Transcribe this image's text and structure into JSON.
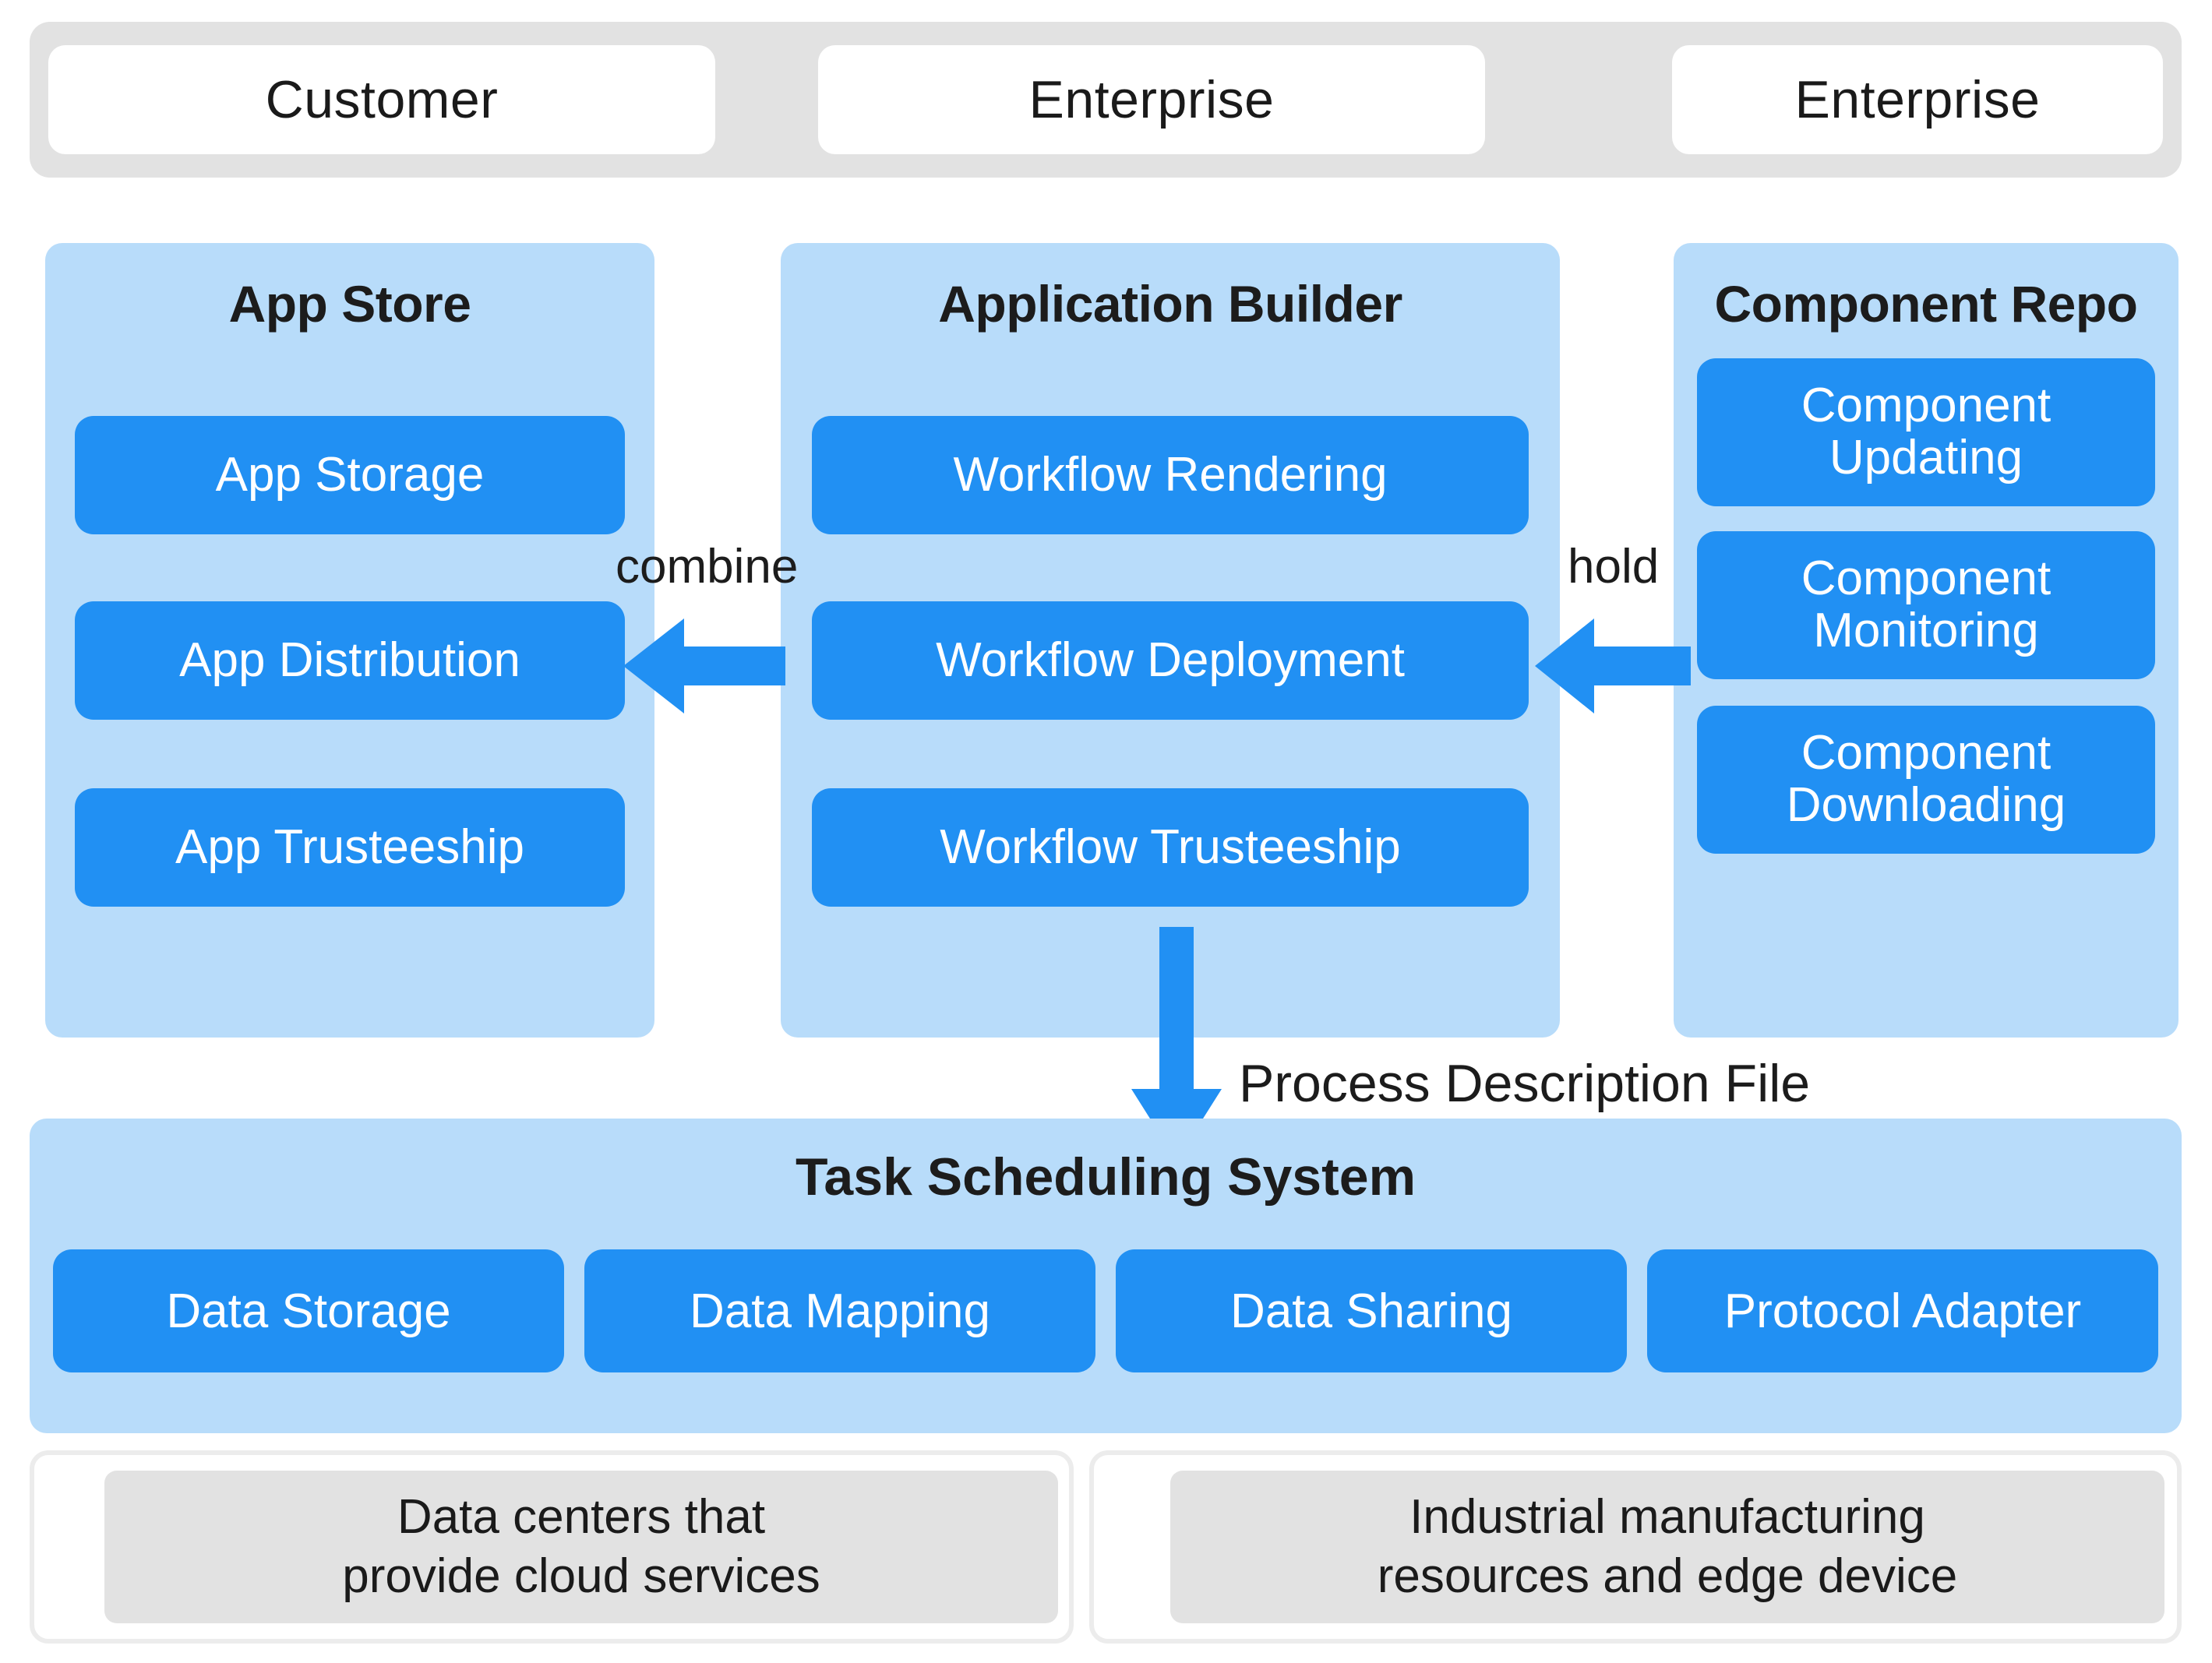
{
  "actors": {
    "items": [
      {
        "label": "Customer"
      },
      {
        "label": "Enterprise"
      },
      {
        "label": "Enterprise"
      }
    ]
  },
  "panels": {
    "app_store": {
      "title": "App Store",
      "items": [
        {
          "label": "App Storage"
        },
        {
          "label": "App Distribution"
        },
        {
          "label": "App Trusteeship"
        }
      ]
    },
    "application_builder": {
      "title": "Application Builder",
      "items": [
        {
          "label": "Workflow Rendering"
        },
        {
          "label": "Workflow Deployment"
        },
        {
          "label": "Workflow Trusteeship"
        }
      ]
    },
    "component_repo": {
      "title": "Component Repo",
      "items": [
        {
          "line1": "Component",
          "line2": "Updating"
        },
        {
          "line1": "Component",
          "line2": "Monitoring"
        },
        {
          "line1": "Component",
          "line2": "Downloading"
        }
      ]
    }
  },
  "edges": {
    "combine": "combine",
    "hold": "hold",
    "process_description_file": "Process Description File"
  },
  "task_scheduling": {
    "title": "Task Scheduling System",
    "items": [
      {
        "label": "Data Storage"
      },
      {
        "label": "Data Mapping"
      },
      {
        "label": "Data Sharing"
      },
      {
        "label": "Protocol Adapter"
      }
    ]
  },
  "infrastructure": {
    "items": [
      {
        "line1": "Data centers that",
        "line2": "provide cloud services"
      },
      {
        "line1": "Industrial manufacturing",
        "line2": "resources and edge device"
      }
    ]
  },
  "colors": {
    "chip_blue": "#2190f3",
    "panel_blue": "#b8dcfa",
    "actor_gray": "#e2e2e2",
    "text_dark": "#1c1c1c",
    "white": "#ffffff"
  }
}
